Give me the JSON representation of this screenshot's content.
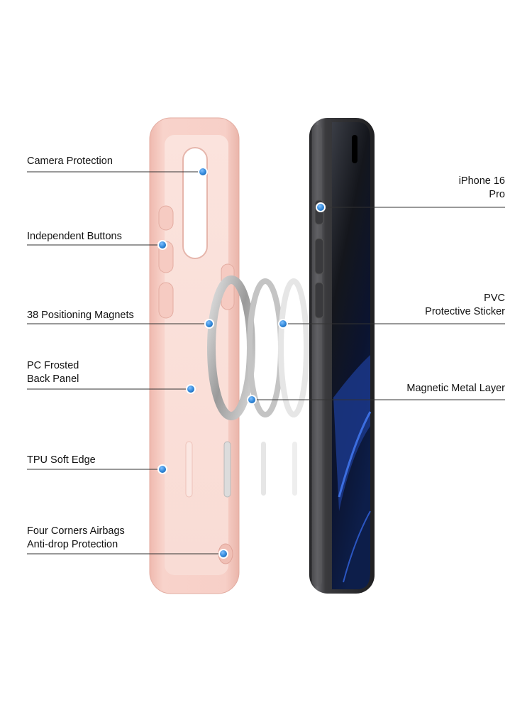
{
  "colors": {
    "case_pink": "#f6cdc5",
    "case_pink_dark": "#e8b0a6",
    "phone_frame": "#2b2b2e",
    "screen_dark": "#0a0f1e",
    "screen_blue": "#2d5fd6",
    "ring_silver": "#a8a8a8",
    "callout_dot": "#2f86d8",
    "leader_line": "#333333"
  },
  "callouts": {
    "camera_protection": {
      "lines": [
        "Camera Protection"
      ],
      "icon": "blue-dot"
    },
    "independent_buttons": {
      "lines": [
        "Independent Buttons"
      ],
      "icon": "blue-dot"
    },
    "positioning_magnets": {
      "lines": [
        "38 Positioning Magnets"
      ],
      "icon": "blue-dot"
    },
    "back_panel": {
      "lines": [
        "PC Frosted",
        "Back Panel"
      ],
      "icon": "blue-dot"
    },
    "soft_edge": {
      "lines": [
        "TPU Soft Edge"
      ],
      "icon": "blue-dot"
    },
    "airbags": {
      "lines": [
        "Four Corners Airbags",
        "Anti-drop Protection"
      ],
      "icon": "blue-dot"
    },
    "iphone": {
      "lines": [
        "iPhone 16",
        "Pro"
      ],
      "icon": "blue-dot"
    },
    "pvc_sticker": {
      "lines": [
        "PVC",
        "Protective Sticker"
      ],
      "icon": "blue-dot"
    },
    "metal_layer": {
      "lines": [
        "Magnetic Metal Layer"
      ],
      "icon": "blue-dot"
    }
  }
}
